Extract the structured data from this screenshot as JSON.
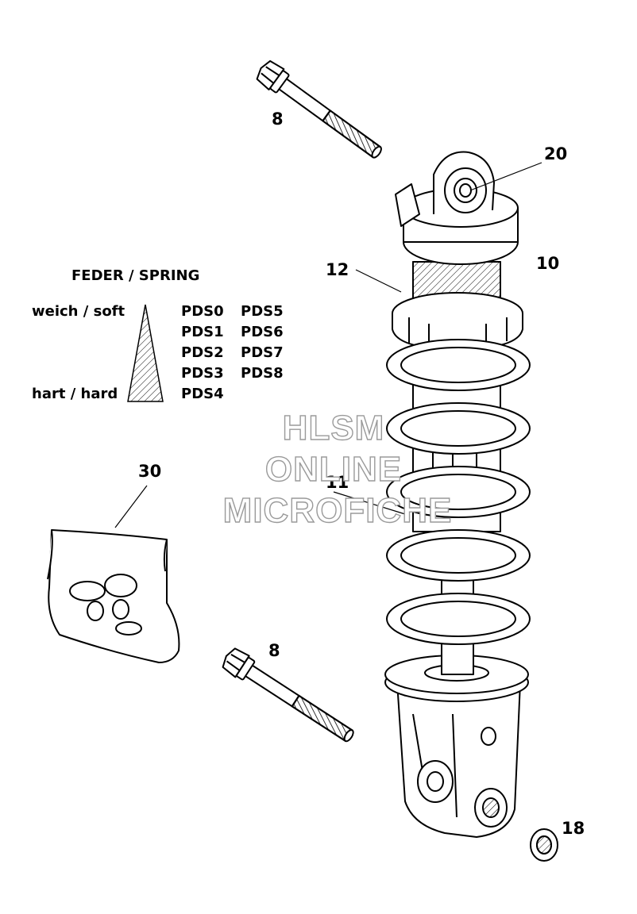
{
  "callouts": {
    "bolt_top": "8",
    "bolt_bottom": "8",
    "eye_bushing": "20",
    "adjuster_ring": "12",
    "shock_absorber": "10",
    "spring": "11",
    "spring_chart": "30",
    "bushing_small": "18"
  },
  "spring_legend": {
    "title": "FEDER / SPRING",
    "soft_label": "weich / soft",
    "hard_label": "hart / hard",
    "column_left": [
      "PDS0",
      "PDS1",
      "PDS2",
      "PDS3",
      "PDS4"
    ],
    "column_right": [
      "PDS5",
      "PDS6",
      "PDS7",
      "PDS8"
    ]
  },
  "watermark": {
    "line1": "HLSM",
    "line2": "ONLINE",
    "line3": "MICROFICHE"
  }
}
